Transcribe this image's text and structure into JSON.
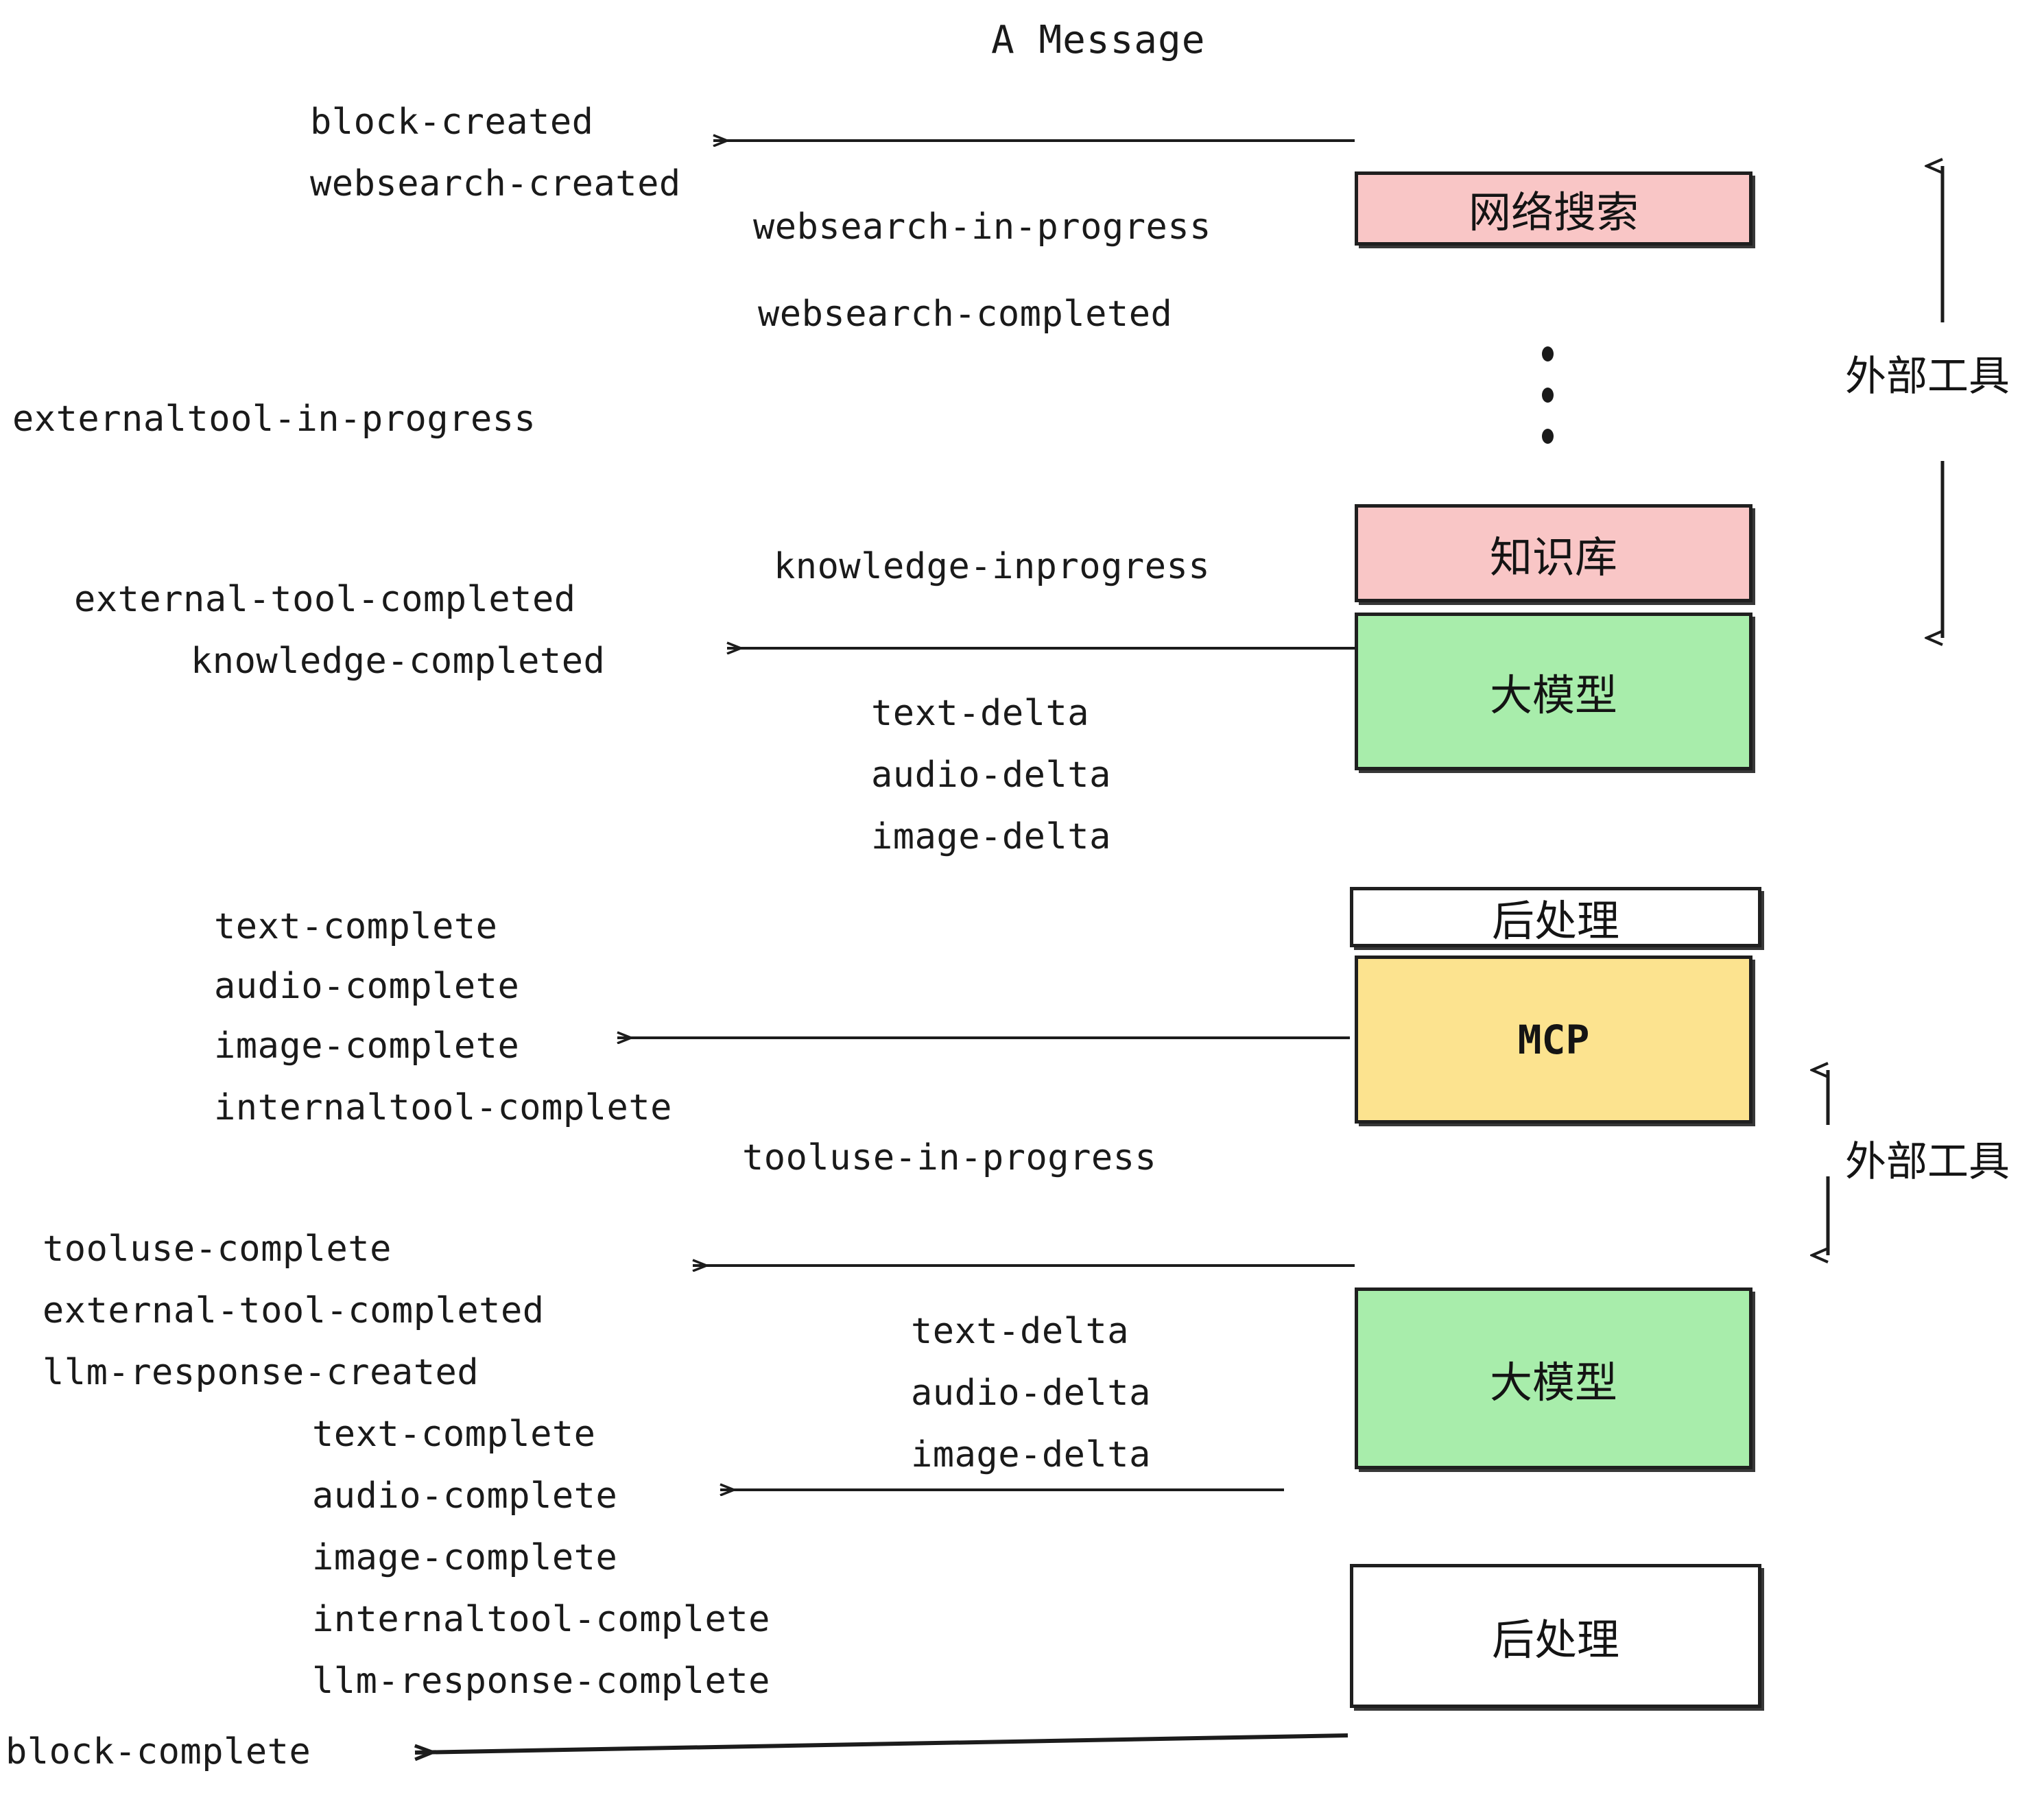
{
  "title": "A Message",
  "nodes": [
    {
      "id": "websearch",
      "label": "网络搜索",
      "color": "#f9c6c6"
    },
    {
      "id": "knowledge",
      "label": "知识库",
      "color": "#f9c6c6"
    },
    {
      "id": "llm1",
      "label": "大模型",
      "color": "#a8edab"
    },
    {
      "id": "post1",
      "label": "后处理",
      "color": "#ffffff"
    },
    {
      "id": "mcp",
      "label": "MCP",
      "color": "#fce38f"
    },
    {
      "id": "llm2",
      "label": "大模型",
      "color": "#a8edab"
    },
    {
      "id": "post2",
      "label": "后处理",
      "color": "#ffffff"
    }
  ],
  "side_labels": [
    {
      "id": "external-tools-top",
      "text": "外部工具"
    },
    {
      "id": "external-tools-bottom",
      "text": "外部工具"
    }
  ],
  "events": {
    "block_created": "block-created",
    "websearch_created": "websearch-created",
    "websearch_in_progress": "websearch-in-progress",
    "websearch_completed": "websearch-completed",
    "externaltool_in_progress": "externaltool-in-progress",
    "knowledge_inprogress": "knowledge-inprogress",
    "external_tool_completed_1": "external-tool-completed",
    "knowledge_completed": "knowledge-completed",
    "text_delta_1": "text-delta",
    "audio_delta_1": "audio-delta",
    "image_delta_1": "image-delta",
    "text_complete_1": "text-complete",
    "audio_complete_1": "audio-complete",
    "image_complete_1": "image-complete",
    "internaltool_complete_1": "internaltool-complete",
    "tooluse_in_progress": "tooluse-in-progress",
    "tooluse_complete": "tooluse-complete",
    "external_tool_completed_2": "external-tool-completed",
    "llm_response_created": "llm-response-created",
    "text_delta_2": "text-delta",
    "audio_delta_2": "audio-delta",
    "image_delta_2": "image-delta",
    "text_complete_2": "text-complete",
    "audio_complete_2": "audio-complete",
    "image_complete_2": "image-complete",
    "internaltool_complete_2": "internaltool-complete",
    "llm_response_complete": "llm-response-complete",
    "block_complete": "block-complete"
  },
  "colors": {
    "pink": "#f9c6c6",
    "green": "#a8edab",
    "yellow": "#fce38f",
    "white": "#ffffff",
    "stroke": "#1c1c1c",
    "text": "#1a1a1a"
  }
}
